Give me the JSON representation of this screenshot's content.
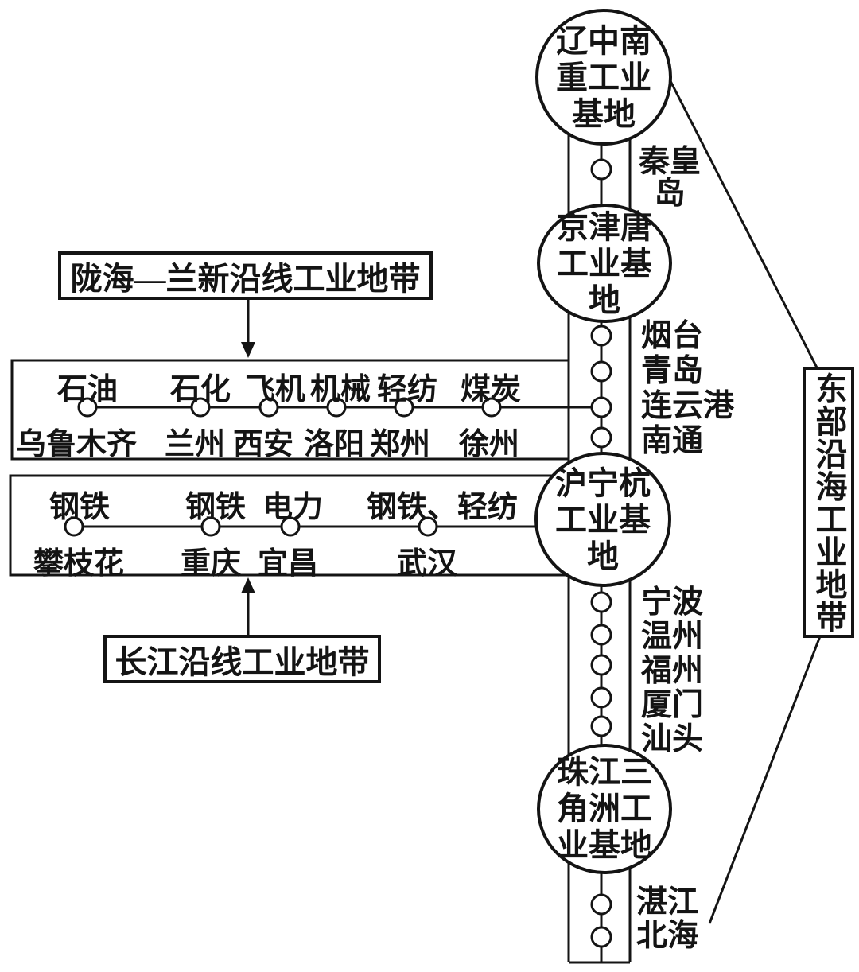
{
  "coastal_belt": {
    "label": "东部沿海工业地带",
    "bases": [
      {
        "name": "辽中南重工业基地",
        "lines": [
          "辽中南",
          "重工业",
          "基地"
        ]
      },
      {
        "name": "京津唐工业基地",
        "lines": [
          "京津唐",
          "工业基",
          "地"
        ]
      },
      {
        "name": "沪宁杭工业基地",
        "lines": [
          "沪宁杭",
          "工业基",
          "地"
        ]
      },
      {
        "name": "珠江三角洲工业基地",
        "lines": [
          "珠江三",
          "角洲工",
          "业基地"
        ]
      }
    ],
    "port_groups": [
      {
        "name": "秦皇岛",
        "lines": [
          "秦皇",
          "岛"
        ]
      },
      {
        "name": "烟台-青岛-连云港-南通",
        "lines": [
          "烟台",
          "青岛",
          "连云港",
          "南通"
        ]
      },
      {
        "name": "宁波-温州-福州-厦门-汕头",
        "lines": [
          "宁波",
          "温州",
          "福州",
          "厦门",
          "汕头"
        ]
      },
      {
        "name": "湛江-北海",
        "lines": [
          "湛江",
          "北海"
        ]
      }
    ]
  },
  "longhai_lanxin_belt": {
    "label": "陇海—兰新沿线工业地带",
    "nodes": [
      {
        "industry": "石油",
        "city": "乌鲁木齐"
      },
      {
        "industry": "石化",
        "city": "兰州"
      },
      {
        "industry": "飞机",
        "city": "西安"
      },
      {
        "industry": "机械",
        "city": "洛阳"
      },
      {
        "industry": "轻纺",
        "city": "郑州"
      },
      {
        "industry": "煤炭",
        "city": "徐州"
      }
    ]
  },
  "changjiang_belt": {
    "label": "长江沿线工业地带",
    "nodes": [
      {
        "industry": "钢铁",
        "city": "攀枝花"
      },
      {
        "industry": "钢铁",
        "city": "重庆"
      },
      {
        "industry": "电力",
        "city": "宜昌"
      },
      {
        "industry": "钢铁、轻纺",
        "city": "武汉"
      }
    ]
  },
  "colors": {
    "line": "#141414",
    "background": "#ffffff"
  }
}
